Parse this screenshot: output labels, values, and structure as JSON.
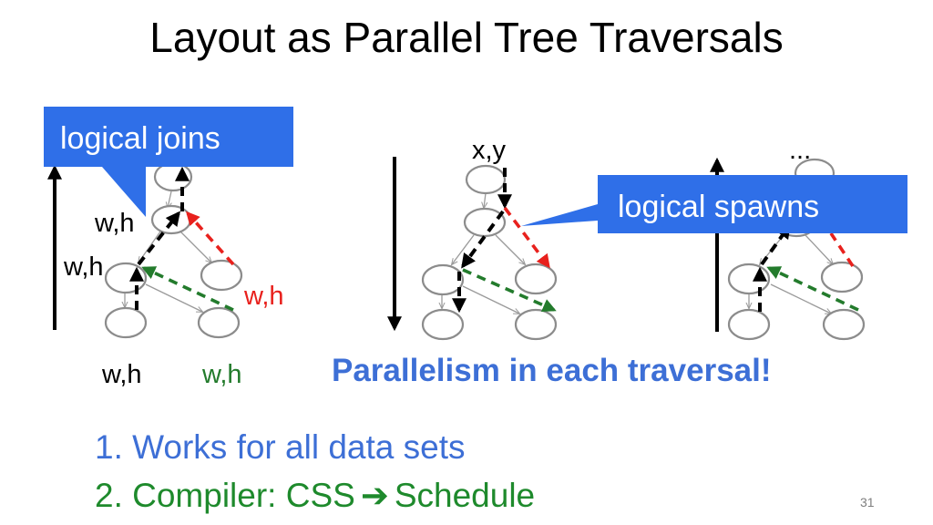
{
  "slide": {
    "title": "Layout as Parallel Tree Traversals",
    "page_number": "31"
  },
  "diagrams": {
    "left": {
      "callout": "logical joins",
      "labels": {
        "top_partial": "w,h",
        "mid_left": "w,h",
        "mid_right": "w,h",
        "bottom_left": "w,h",
        "bottom_right": "w,h"
      }
    },
    "middle": {
      "top_label": "x,y"
    },
    "right": {
      "callout": "logical spawns",
      "top_label": "..."
    }
  },
  "banner": "Parallelism in each traversal!",
  "points": {
    "item1": "1. Works for all data sets",
    "item2_prefix": "2.  Compiler:  CSS",
    "item2_arrow": "➔",
    "item2_suffix": "Schedule"
  },
  "colors": {
    "callout_bg": "#2f6fe8",
    "banner_text": "#3d6fd6",
    "item2_text": "#1e8a2c",
    "red_label": "#e8211d",
    "green_label": "#237b2c"
  }
}
